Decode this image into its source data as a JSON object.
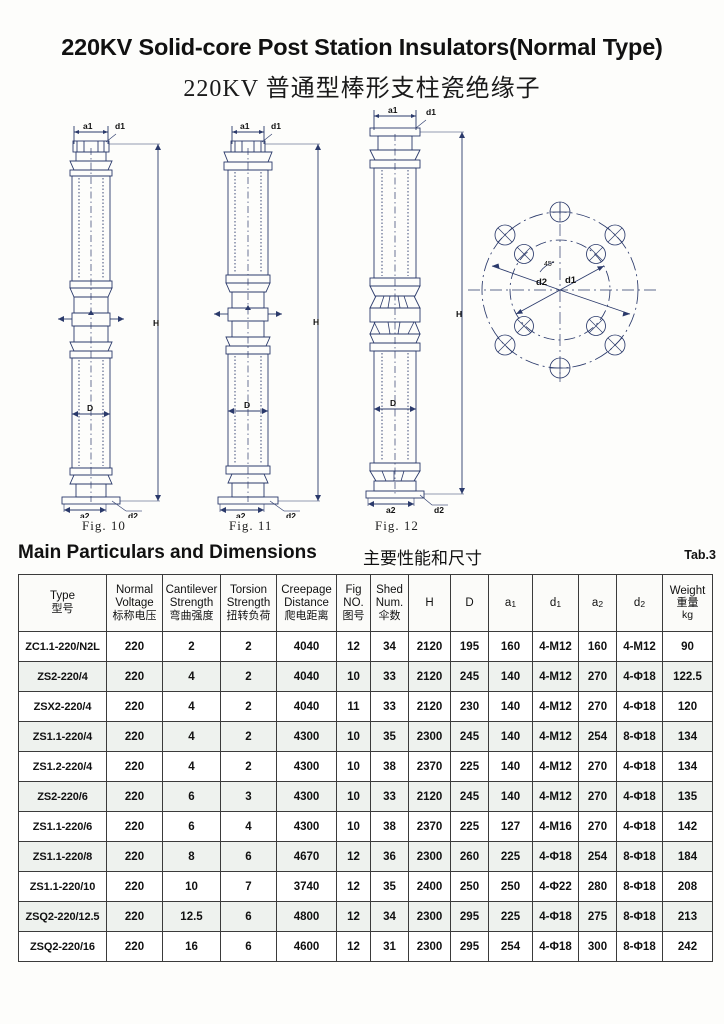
{
  "title": {
    "english": "220KV Solid-core Post  Station Insulators(Normal Type)",
    "chinese": "220KV 普通型棒形支柱瓷绝缘子"
  },
  "figures": [
    {
      "caption": "Fig. 10",
      "dim_labels": {
        "a1": "a1",
        "d1": "d1",
        "H": "H",
        "D": "D",
        "a2": "a2",
        "d2": "d2"
      }
    },
    {
      "caption": "Fig. 11",
      "dim_labels": {
        "a1": "a1",
        "d1": "d1",
        "H": "H",
        "D": "D",
        "a2": "a2",
        "d2": "d2"
      }
    },
    {
      "caption": "Fig. 12",
      "dim_labels": {
        "a1": "a1",
        "d1": "d1",
        "H": "H",
        "D": "D",
        "a2": "a2",
        "d2": "d2"
      }
    }
  ],
  "bolt_circle": {
    "angle_label": "45°",
    "inner_label": "d1",
    "outer_label": "d2"
  },
  "section": {
    "heading_en": "Main Particulars and Dimensions",
    "heading_cn": "主要性能和尺寸",
    "table_number": "Tab.3"
  },
  "table": {
    "headers": [
      {
        "en": "Type",
        "cn": "型号",
        "unit": ""
      },
      {
        "en": "Normal\nVoltage",
        "cn": "标称电压",
        "unit": ""
      },
      {
        "en": "Cantilever\nStrength",
        "cn": "弯曲强度",
        "unit": ""
      },
      {
        "en": "Torsion\nStrength",
        "cn": "扭转负荷",
        "unit": ""
      },
      {
        "en": "Creepage\nDistance",
        "cn": "爬电距离",
        "unit": ""
      },
      {
        "en": "Fig\nNO.",
        "cn": "图号",
        "unit": ""
      },
      {
        "en": "Shed\nNum.",
        "cn": "伞数",
        "unit": ""
      },
      {
        "en": "H",
        "cn": "",
        "unit": ""
      },
      {
        "en": "D",
        "cn": "",
        "unit": ""
      },
      {
        "en": "a1",
        "cn": "",
        "unit": ""
      },
      {
        "en": "d1",
        "cn": "",
        "unit": ""
      },
      {
        "en": "a2",
        "cn": "",
        "unit": ""
      },
      {
        "en": "d2",
        "cn": "",
        "unit": ""
      },
      {
        "en": "Weight",
        "cn": "重量",
        "unit": "kg"
      }
    ],
    "rows": [
      [
        "ZC1.1-220/N2L",
        "220",
        "2",
        "2",
        "4040",
        "12",
        "34",
        "2120",
        "195",
        "160",
        "4-M12",
        "160",
        "4-M12",
        "90"
      ],
      [
        "ZS2-220/4",
        "220",
        "4",
        "2",
        "4040",
        "10",
        "33",
        "2120",
        "245",
        "140",
        "4-M12",
        "270",
        "4-Φ18",
        "122.5"
      ],
      [
        "ZSX2-220/4",
        "220",
        "4",
        "2",
        "4040",
        "11",
        "33",
        "2120",
        "230",
        "140",
        "4-M12",
        "270",
        "4-Φ18",
        "120"
      ],
      [
        "ZS1.1-220/4",
        "220",
        "4",
        "2",
        "4300",
        "10",
        "35",
        "2300",
        "245",
        "140",
        "4-M12",
        "254",
        "8-Φ18",
        "134"
      ],
      [
        "ZS1.2-220/4",
        "220",
        "4",
        "2",
        "4300",
        "10",
        "38",
        "2370",
        "225",
        "140",
        "4-M12",
        "270",
        "4-Φ18",
        "134"
      ],
      [
        "ZS2-220/6",
        "220",
        "6",
        "3",
        "4300",
        "10",
        "33",
        "2120",
        "245",
        "140",
        "4-M12",
        "270",
        "4-Φ18",
        "135"
      ],
      [
        "ZS1.1-220/6",
        "220",
        "6",
        "4",
        "4300",
        "10",
        "38",
        "2370",
        "225",
        "127",
        "4-M16",
        "270",
        "4-Φ18",
        "142"
      ],
      [
        "ZS1.1-220/8",
        "220",
        "8",
        "6",
        "4670",
        "12",
        "36",
        "2300",
        "260",
        "225",
        "4-Φ18",
        "254",
        "8-Φ18",
        "184"
      ],
      [
        "ZS1.1-220/10",
        "220",
        "10",
        "7",
        "3740",
        "12",
        "35",
        "2400",
        "250",
        "250",
        "4-Φ22",
        "280",
        "8-Φ18",
        "208"
      ],
      [
        "ZSQ2-220/12.5",
        "220",
        "12.5",
        "6",
        "4800",
        "12",
        "34",
        "2300",
        "295",
        "225",
        "4-Φ18",
        "275",
        "8-Φ18",
        "213"
      ],
      [
        "ZSQ2-220/16",
        "220",
        "16",
        "6",
        "4600",
        "12",
        "31",
        "2300",
        "295",
        "254",
        "4-Φ18",
        "300",
        "8-Φ18",
        "242"
      ]
    ],
    "tinted_rows": [
      1,
      3,
      5,
      7,
      9
    ]
  },
  "colors": {
    "line": "#2b3a6b",
    "text": "#111111",
    "row_tint": "#eef2ee",
    "page_bg": "#fdfdfb"
  }
}
